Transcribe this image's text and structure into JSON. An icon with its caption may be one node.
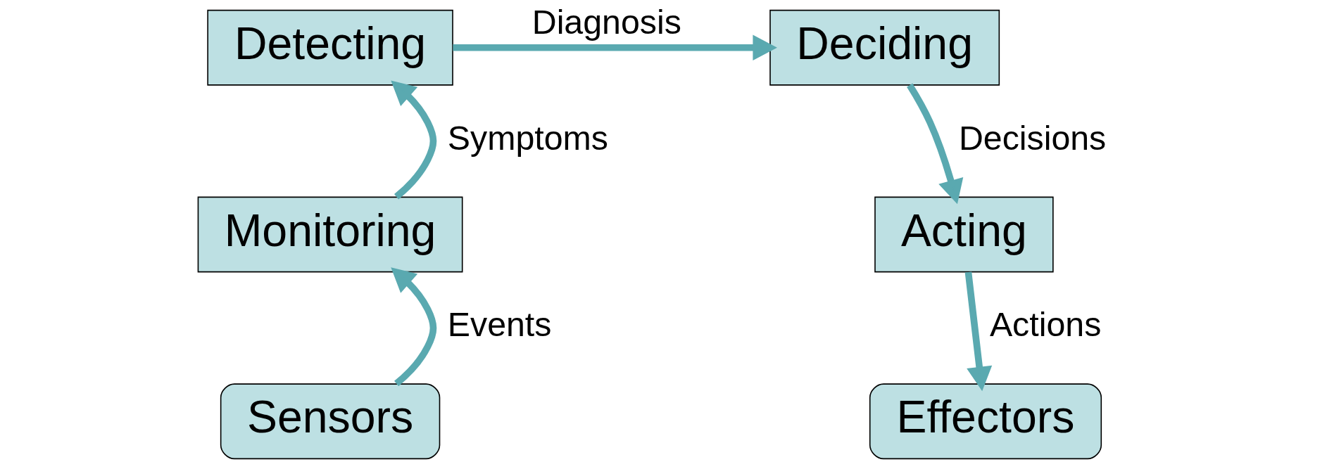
{
  "diagram": {
    "nodes": [
      {
        "text": [
          "Detecting"
        ]
      },
      {
        "text": [
          "Deciding"
        ]
      },
      {
        "text": [
          "Monitoring"
        ]
      },
      {
        "text": [
          "Acting"
        ]
      },
      {
        "text": [
          "Sensors"
        ]
      },
      {
        "text": [
          "Effectors"
        ]
      }
    ],
    "edges": [
      {
        "from": 4,
        "to": 2,
        "arrow": "to",
        "label": "Events"
      },
      {
        "from": 2,
        "to": 0,
        "arrow": "to",
        "label": "Symptoms"
      },
      {
        "from": 0,
        "to": 1,
        "arrow": "to",
        "label": "Diagnosis"
      },
      {
        "from": 1,
        "to": 3,
        "arrow": "to",
        "label": "Decisions"
      },
      {
        "from": 3,
        "to": 5,
        "arrow": "to",
        "label": "Actions"
      }
    ]
  }
}
